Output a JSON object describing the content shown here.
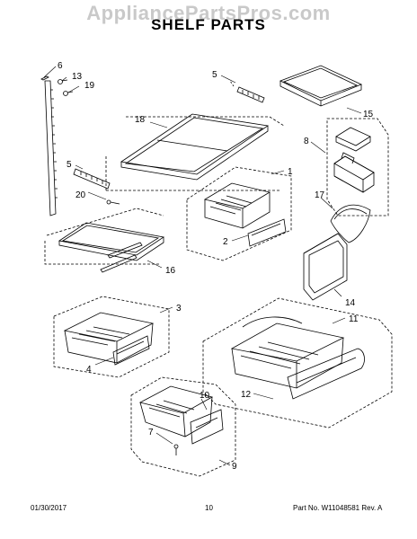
{
  "header": {
    "watermark": "AppliancePartsPros.com",
    "title": "SHELF PARTS"
  },
  "footer": {
    "date": "01/30/2017",
    "page_number": "10",
    "part_number": "Part No. W11048581  Rev. A"
  },
  "callouts": [
    "6",
    "13",
    "19",
    "5",
    "15",
    "18",
    "8",
    "1",
    "5",
    "20",
    "17",
    "2",
    "16",
    "14",
    "3",
    "11",
    "4",
    "12",
    "10",
    "7",
    "9"
  ]
}
